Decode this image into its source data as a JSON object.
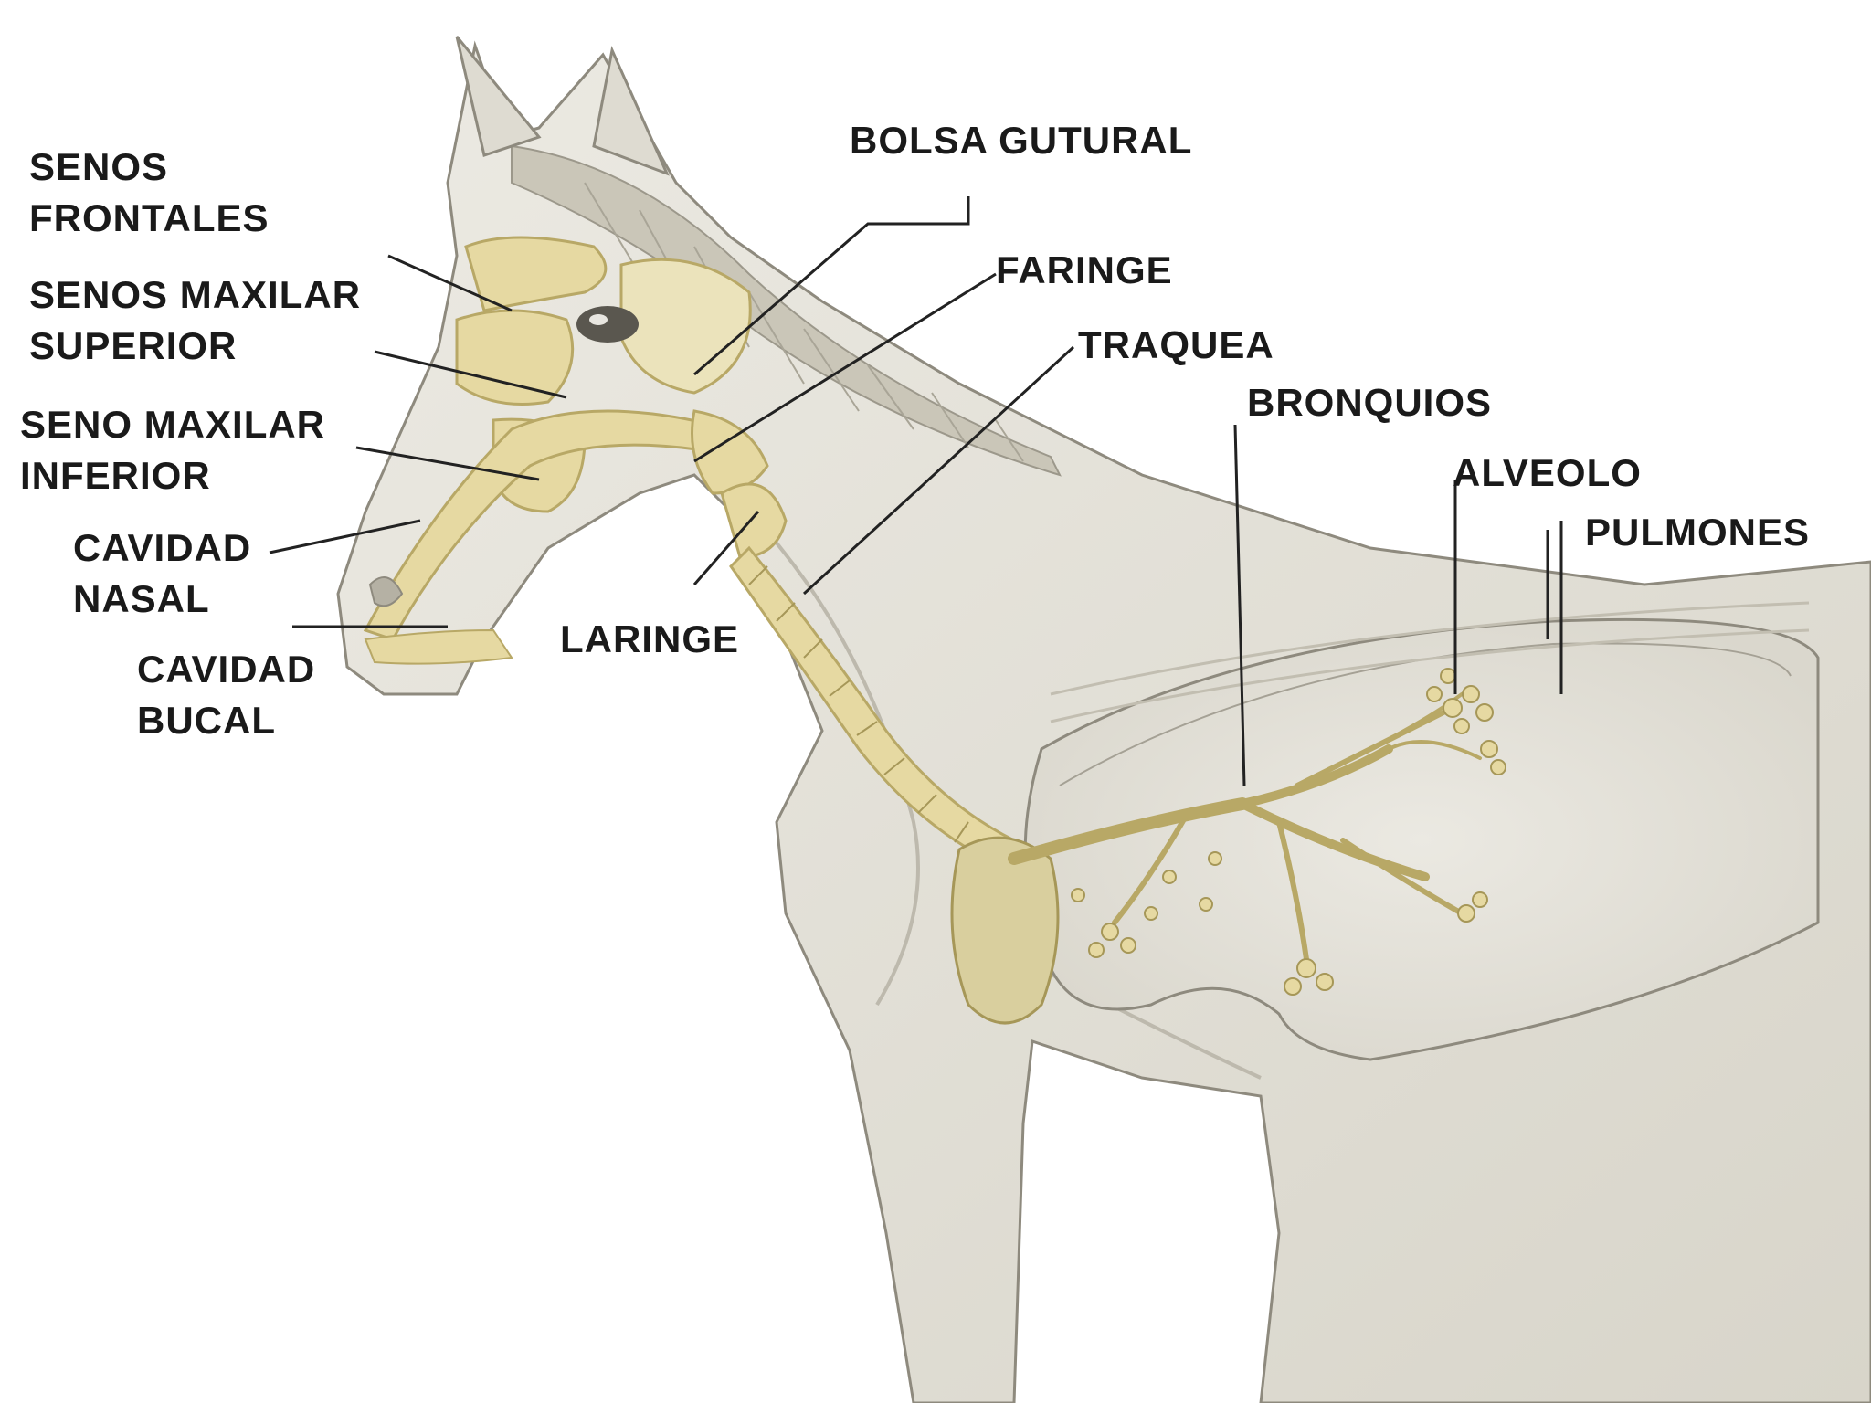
{
  "labels": {
    "senos_frontales": [
      "SENOS",
      "FRONTALES"
    ],
    "senos_maxilar_superior": [
      "SENOS MAXILAR",
      "SUPERIOR"
    ],
    "seno_maxilar_inferior": [
      "SENO MAXILAR",
      "INFERIOR"
    ],
    "cavidad_nasal": [
      "CAVIDAD",
      "NASAL"
    ],
    "cavidad_bucal": [
      "CAVIDAD",
      "BUCAL"
    ],
    "bolsa_gutural": "BOLSA GUTURAL",
    "faringe": "FARINGE",
    "traquea": "TRAQUEA",
    "bronquios": "BRONQUIOS",
    "alveolo": "ALVEOLO",
    "pulmones": "PULMONES",
    "laringe": "LARINGE"
  },
  "colors": {
    "body": "#e9e7df",
    "body_shade": "#cfccc0",
    "outline": "#8e8a7e",
    "airway": "#e6d9a2",
    "airway_edge": "#b8a866",
    "leader": "#222222",
    "text": "#1a1a1a"
  }
}
